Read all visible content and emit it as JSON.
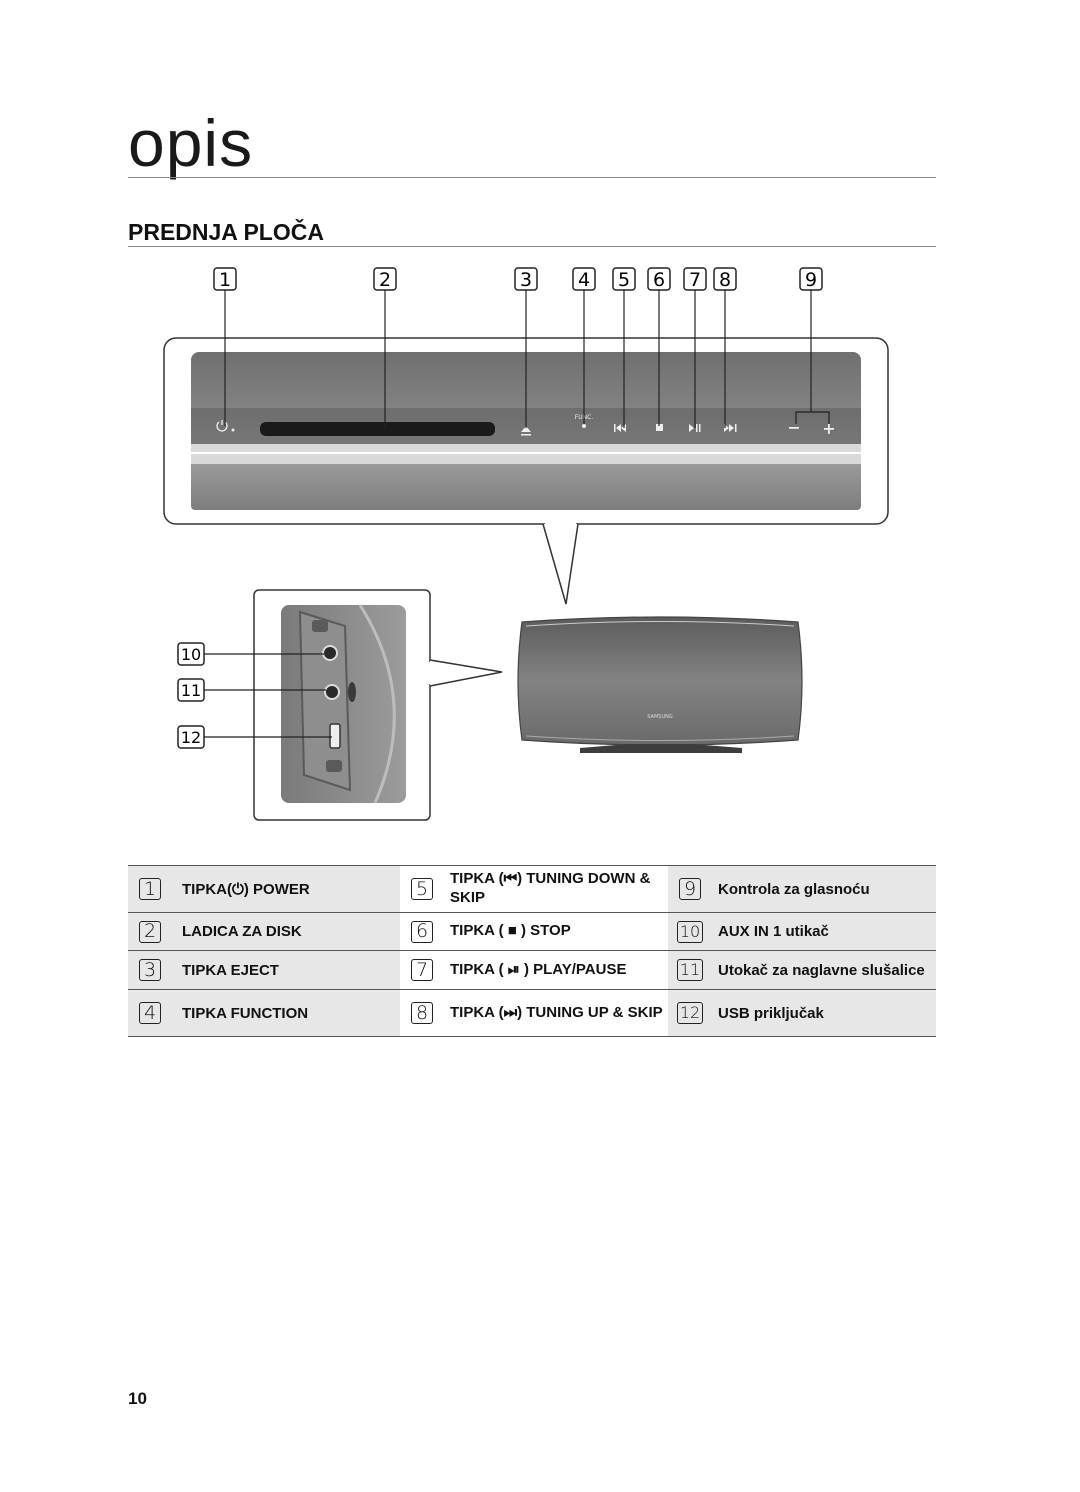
{
  "page": {
    "heading": "opis",
    "section_title": "PREDNJA PLOČA",
    "page_number": "10"
  },
  "callouts": [
    "1",
    "2",
    "3",
    "4",
    "5",
    "6",
    "7",
    "8",
    "9",
    "10",
    "11",
    "12"
  ],
  "panel": {
    "func_label": "FUNC.",
    "brand": "SAMSUNG"
  },
  "parts": [
    {
      "num": "1",
      "label": "TIPKA(⏻) POWER"
    },
    {
      "num": "2",
      "label": "LADICA ZA DISK"
    },
    {
      "num": "3",
      "label": "TIPKA EJECT"
    },
    {
      "num": "4",
      "label": "TIPKA FUNCTION"
    },
    {
      "num": "5",
      "label": "TIPKA (⏮) TUNING DOWN & SKIP"
    },
    {
      "num": "6",
      "label": "TIPKA ( ■ ) STOP"
    },
    {
      "num": "7",
      "label": "TIPKA ( ⏯ ) PLAY/PAUSE"
    },
    {
      "num": "8",
      "label": "TIPKA (⏭) TUNING UP & SKIP"
    },
    {
      "num": "9",
      "label": "Kontrola za glasnoću"
    },
    {
      "num": "10",
      "label": "AUX IN 1 utikač"
    },
    {
      "num": "11",
      "label": "Utokač za naglavne slušalice"
    },
    {
      "num": "12",
      "label": "USB priključak"
    }
  ]
}
